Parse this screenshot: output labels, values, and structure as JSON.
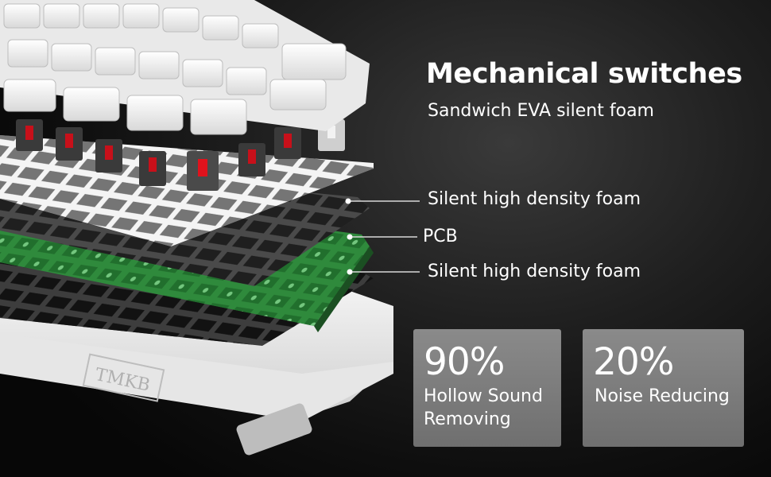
{
  "headline": "Mechanical switches",
  "subheadline": "Sandwich EVA silent foam",
  "layers": [
    {
      "label": "Silent high density foam"
    },
    {
      "label": "PCB"
    },
    {
      "label": "Silent high density foam"
    }
  ],
  "stats": [
    {
      "value": "90%",
      "description": "Hollow Sound\nRemoving"
    },
    {
      "value": "20%",
      "description": "Noise Reducing"
    }
  ],
  "brand_mark": "TMKB",
  "colors": {
    "switch_stem": "#c8101a",
    "pcb": "#2f8a3c",
    "foam": "#4a4a4a",
    "case": "#f2f2f2",
    "card": "#7d7d7d"
  }
}
